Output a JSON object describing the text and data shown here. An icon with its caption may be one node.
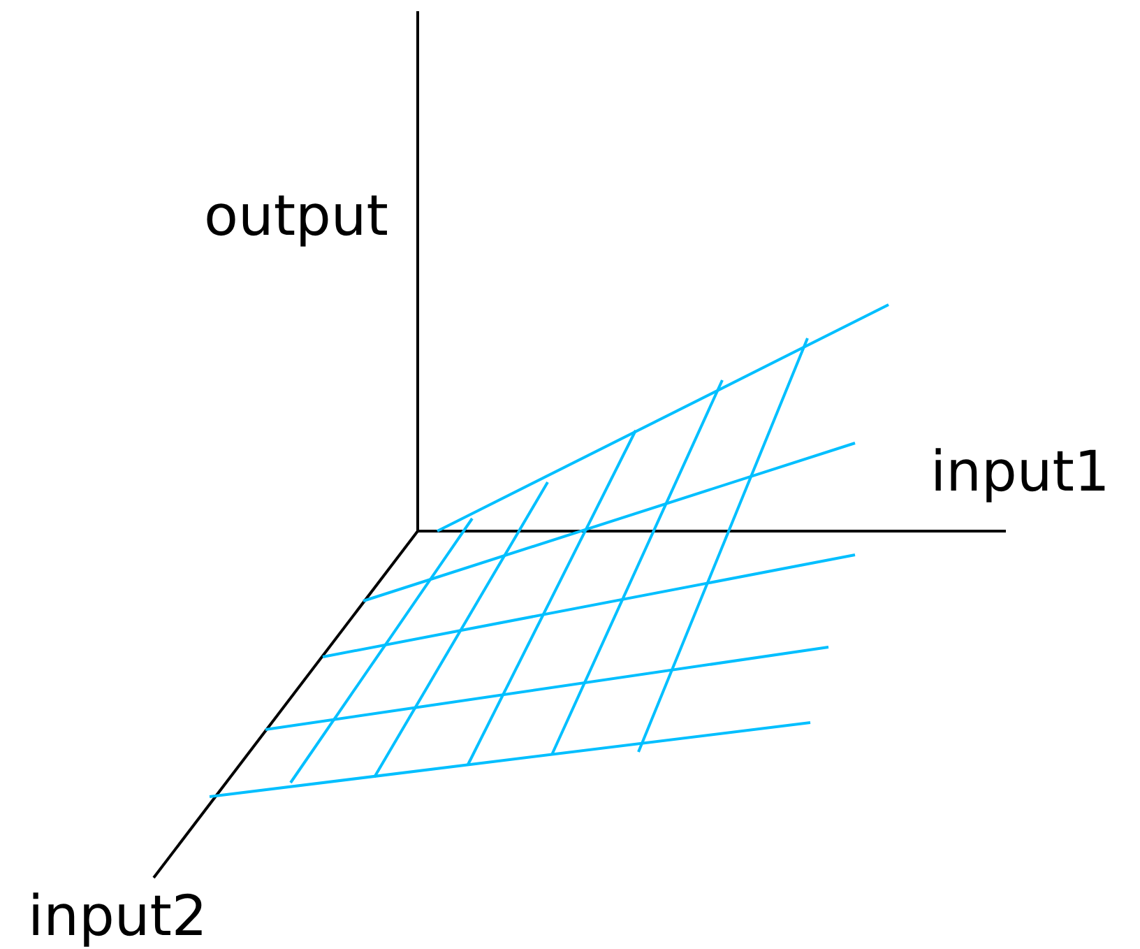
{
  "diagram": {
    "labels": [
      "output",
      "input1",
      "input2"
    ]
  }
}
